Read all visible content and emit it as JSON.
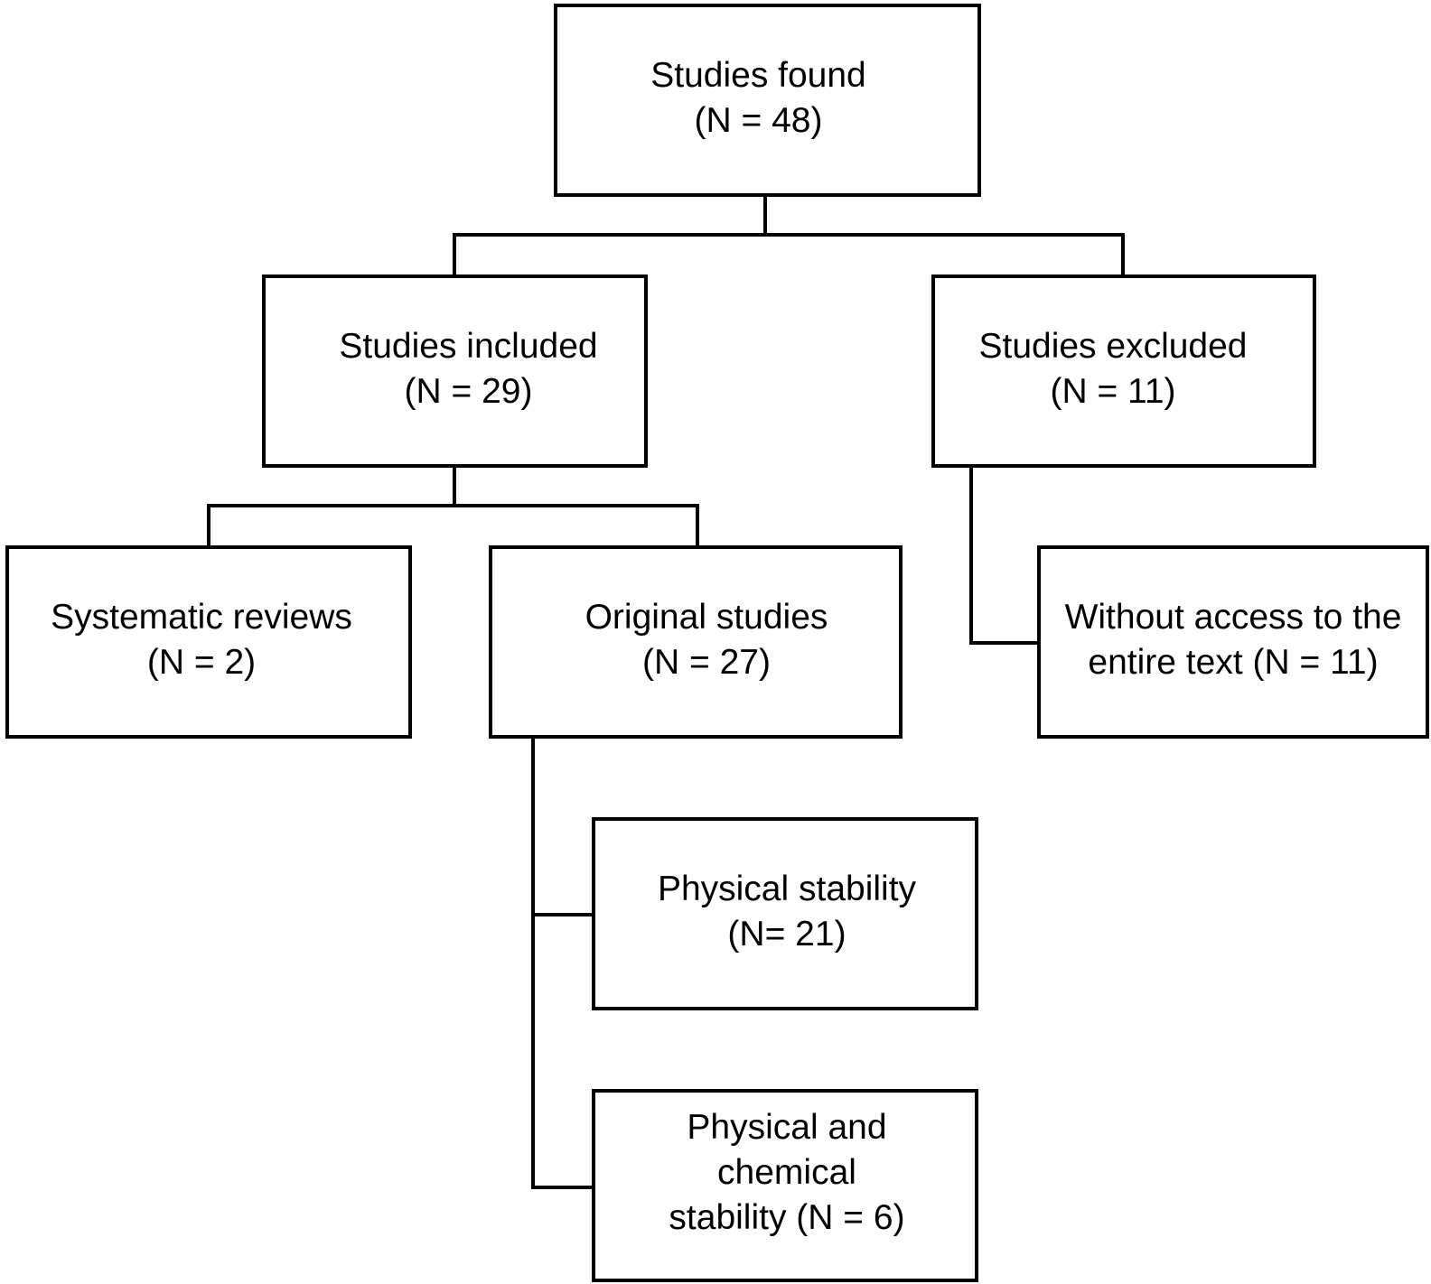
{
  "diagram": {
    "nodes": {
      "found": {
        "lines": [
          "Studies found",
          "(N = 48)"
        ]
      },
      "included": {
        "lines": [
          "Studies included",
          "(N = 29)"
        ]
      },
      "excluded": {
        "lines": [
          "Studies excluded",
          "(N = 11)"
        ]
      },
      "reviews": {
        "lines": [
          "Systematic reviews",
          "(N = 2)"
        ]
      },
      "original": {
        "lines": [
          "Original studies",
          "(N = 27)"
        ]
      },
      "no_access": {
        "lines": [
          "Without access to the",
          "entire text (N = 11)"
        ]
      },
      "physical": {
        "lines": [
          "Physical stability",
          "(N= 21)"
        ]
      },
      "phys_chem": {
        "lines": [
          "Physical and",
          "chemical",
          "stability (N = 6)"
        ]
      }
    },
    "colors": {
      "line": "#000000",
      "box_fill": "#ffffff",
      "text": "#000000"
    }
  }
}
